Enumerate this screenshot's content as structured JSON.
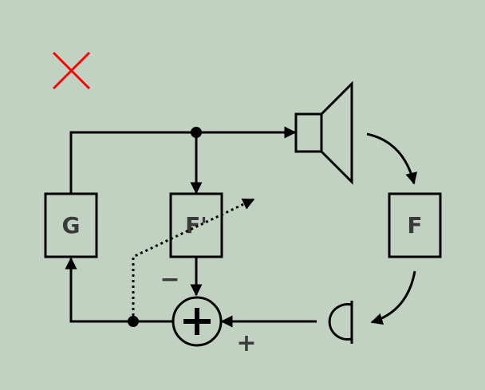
{
  "blocks": {
    "gain": "G",
    "filter_estimate": "F'",
    "feedback_path": "F"
  },
  "signs": {
    "minus": "−",
    "plus": "+"
  },
  "mark": {
    "icon": "x-mark-icon",
    "color": "#ff0000"
  },
  "colors": {
    "background": "#c1d2c3",
    "line": "#000000",
    "text": "#3a3a3a"
  },
  "icons": [
    "loudspeaker-icon",
    "microphone-icon",
    "summing-junction-icon",
    "x-mark-icon"
  ]
}
